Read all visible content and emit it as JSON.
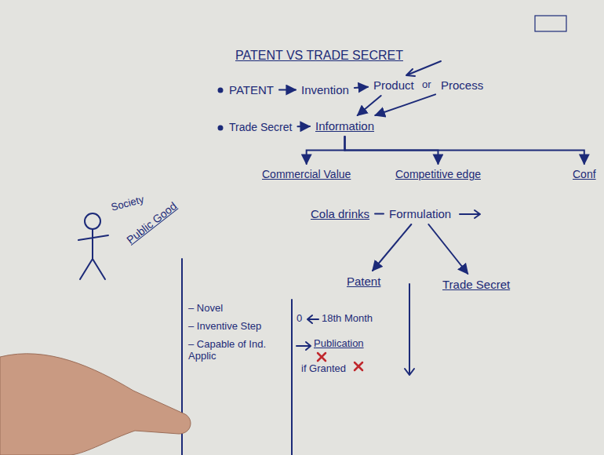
{
  "diagram": {
    "title": "PATENT VS TRADE SECRET",
    "nodes": [
      {
        "text": [
          "PATENT"
        ]
      },
      {
        "text": [
          "Invention"
        ]
      },
      {
        "text": [
          "Product"
        ]
      },
      {
        "text": [
          "Process"
        ]
      },
      {
        "text": [
          "Trade Secret"
        ]
      },
      {
        "text": [
          "Information"
        ]
      },
      {
        "text": [
          "Commercial Value"
        ]
      },
      {
        "text": [
          "Competitive edge"
        ]
      },
      {
        "text": [
          "Conf"
        ]
      },
      {
        "text": [
          "Cola drinks"
        ]
      },
      {
        "text": [
          "Formulation"
        ]
      },
      {
        "text": [
          "Patent"
        ]
      },
      {
        "text": [
          "Trade Secret"
        ]
      },
      {
        "text": [
          "Society"
        ]
      },
      {
        "text": [
          "Public Good"
        ]
      }
    ],
    "edges": [
      {
        "from": 0,
        "to": 1,
        "arrow": "to"
      },
      {
        "from": 1,
        "to": 2,
        "arrow": "to"
      },
      {
        "from": 2,
        "to": 5,
        "arrow": "to"
      },
      {
        "from": 3,
        "to": 5,
        "arrow": "to"
      },
      {
        "from": 4,
        "to": 5,
        "arrow": "to"
      },
      {
        "from": 5,
        "to": 6,
        "arrow": "to"
      },
      {
        "from": 5,
        "to": 7,
        "arrow": "to"
      },
      {
        "from": 5,
        "to": 8,
        "arrow": "to"
      },
      {
        "from": 9,
        "to": 10,
        "arrow": "none"
      },
      {
        "from": 10,
        "to": 11,
        "arrow": "to"
      },
      {
        "from": 10,
        "to": 12,
        "arrow": "to"
      }
    ],
    "labels": [
      "or",
      "– Novel",
      "– Inventive Step",
      "– Capable of Ind. Applic",
      "0",
      "18th Month",
      "Publication",
      "if Granted"
    ]
  }
}
